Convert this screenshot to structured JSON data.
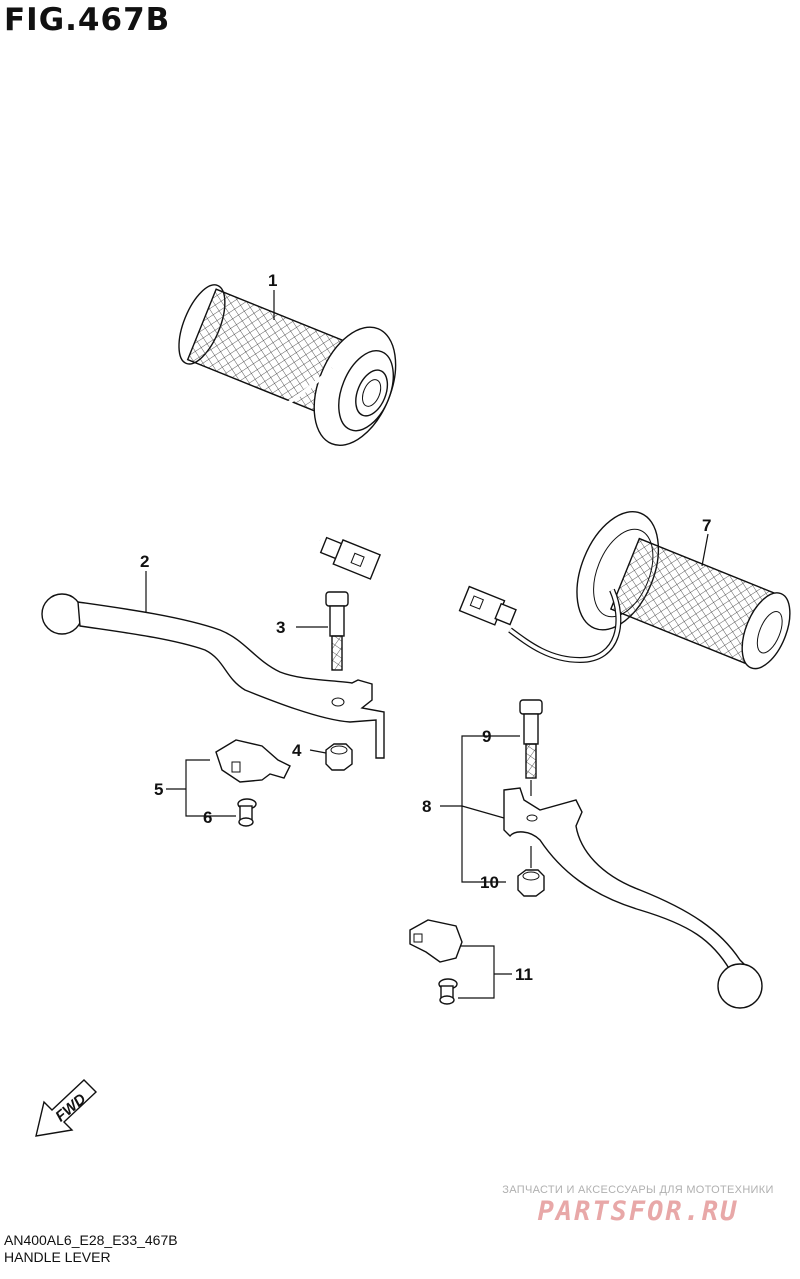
{
  "figure": {
    "title": "FIG.467B",
    "code": "AN400AL6_E28_E33_467B",
    "name": "HANDLE LEVER"
  },
  "callouts": [
    "1",
    "2",
    "3",
    "4",
    "5",
    "6",
    "7",
    "8",
    "9",
    "10",
    "11"
  ],
  "fwd_label": "FWD",
  "watermark": {
    "tagline": "ЗАПЧАСТИ И АКСЕССУАРЫ ДЛЯ МОТОТЕХНИКИ",
    "brand": "PARTSFOR.RU"
  },
  "colors": {
    "line": "#111111",
    "background": "#ffffff",
    "watermark": "#e8a8a8"
  }
}
